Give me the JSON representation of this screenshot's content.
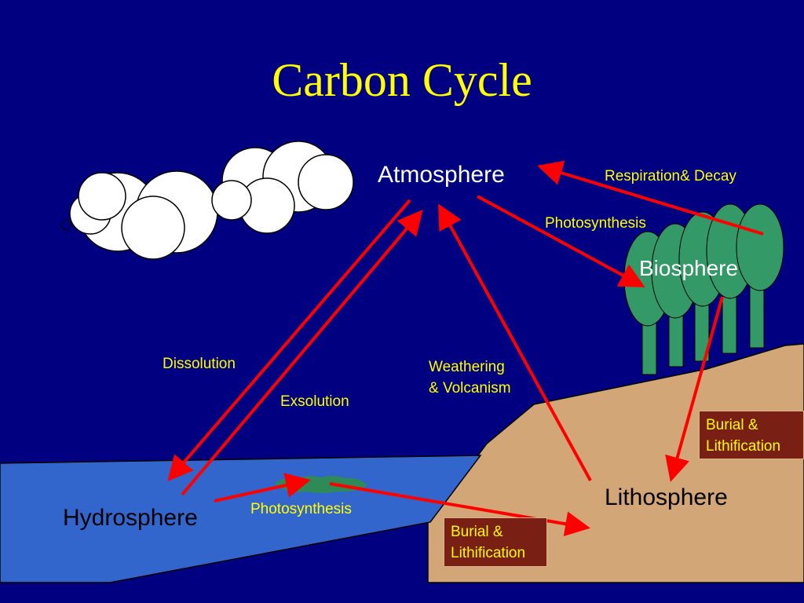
{
  "slide": {
    "title": "Carbon Cycle",
    "background_color": "#000080"
  },
  "spheres": {
    "atmosphere": "Atmosphere",
    "biosphere": "Biosphere",
    "hydrosphere": "Hydrosphere",
    "lithosphere": "Lithosphere"
  },
  "processes": {
    "respiration_decay": "Respiration& Decay",
    "photosynthesis_land": "Photosynthesis",
    "dissolution": "Dissolution",
    "exsolution": "Exsolution",
    "weathering_line1": "Weathering",
    "weathering_line2": "& Volcanism",
    "photosynthesis_ocean": "Photosynthesis",
    "burial_land_line1": "Burial &",
    "burial_land_line2": "Lithification",
    "burial_ocean_line1": "Burial &",
    "burial_ocean_line2": "Lithification"
  },
  "colors": {
    "arrow": "#ff0000",
    "process_text": "#ffff00",
    "ocean": "#3366cc",
    "land": "#d2a677",
    "tree_canopy": "#339966",
    "burial_box": "#7a1f14"
  }
}
